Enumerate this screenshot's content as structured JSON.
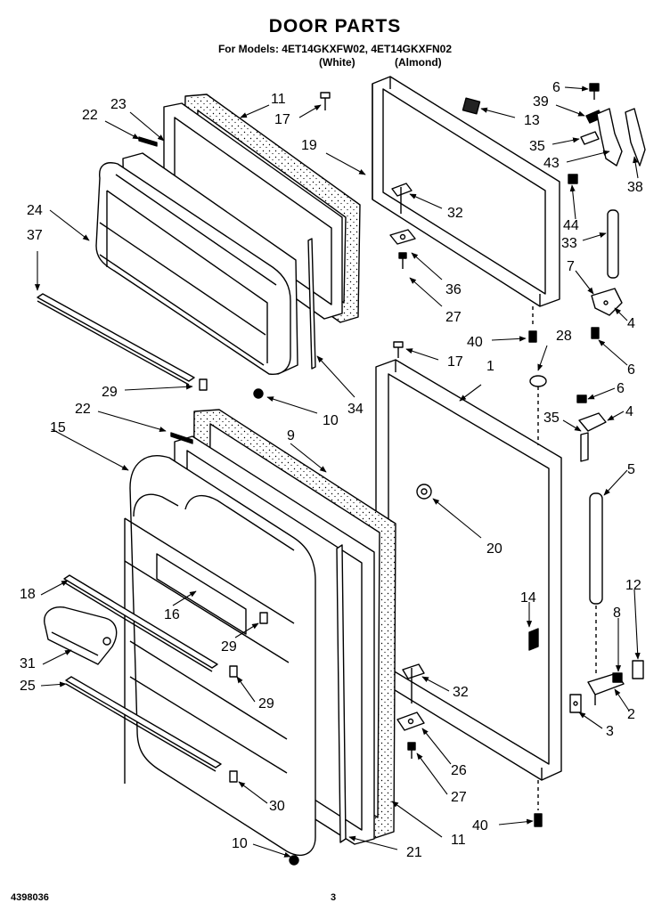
{
  "page": {
    "title": "DOOR PARTS",
    "models_line": "For Models: 4ET14GKXFW02, 4ET14GKXFN02",
    "color_white": "(White)",
    "color_almond": "(Almond)",
    "doc_number": "4398036",
    "page_number": "3"
  },
  "callouts": [
    {
      "id": "c1",
      "text": "1"
    },
    {
      "id": "c2",
      "text": "2"
    },
    {
      "id": "c3",
      "text": "3"
    },
    {
      "id": "c4a",
      "text": "4"
    },
    {
      "id": "c4b",
      "text": "4"
    },
    {
      "id": "c5",
      "text": "5"
    },
    {
      "id": "c6a",
      "text": "6"
    },
    {
      "id": "c6b",
      "text": "6"
    },
    {
      "id": "c6c",
      "text": "6"
    },
    {
      "id": "c7",
      "text": "7"
    },
    {
      "id": "c8",
      "text": "8"
    },
    {
      "id": "c9",
      "text": "9"
    },
    {
      "id": "c10a",
      "text": "10"
    },
    {
      "id": "c10b",
      "text": "10"
    },
    {
      "id": "c11a",
      "text": "11"
    },
    {
      "id": "c11b",
      "text": "11"
    },
    {
      "id": "c12",
      "text": "12"
    },
    {
      "id": "c13",
      "text": "13"
    },
    {
      "id": "c14",
      "text": "14"
    },
    {
      "id": "c15",
      "text": "15"
    },
    {
      "id": "c16",
      "text": "16"
    },
    {
      "id": "c17a",
      "text": "17"
    },
    {
      "id": "c17b",
      "text": "17"
    },
    {
      "id": "c18",
      "text": "18"
    },
    {
      "id": "c19",
      "text": "19"
    },
    {
      "id": "c20",
      "text": "20"
    },
    {
      "id": "c21",
      "text": "21"
    },
    {
      "id": "c22a",
      "text": "22"
    },
    {
      "id": "c22b",
      "text": "22"
    },
    {
      "id": "c23",
      "text": "23"
    },
    {
      "id": "c24",
      "text": "24"
    },
    {
      "id": "c25",
      "text": "25"
    },
    {
      "id": "c26",
      "text": "26"
    },
    {
      "id": "c27a",
      "text": "27"
    },
    {
      "id": "c27b",
      "text": "27"
    },
    {
      "id": "c28",
      "text": "28"
    },
    {
      "id": "c29a",
      "text": "29"
    },
    {
      "id": "c29b",
      "text": "29"
    },
    {
      "id": "c29c",
      "text": "29"
    },
    {
      "id": "c30",
      "text": "30"
    },
    {
      "id": "c31",
      "text": "31"
    },
    {
      "id": "c32a",
      "text": "32"
    },
    {
      "id": "c32b",
      "text": "32"
    },
    {
      "id": "c33",
      "text": "33"
    },
    {
      "id": "c34",
      "text": "34"
    },
    {
      "id": "c35a",
      "text": "35"
    },
    {
      "id": "c35b",
      "text": "35"
    },
    {
      "id": "c36",
      "text": "36"
    },
    {
      "id": "c37",
      "text": "37"
    },
    {
      "id": "c38",
      "text": "38"
    },
    {
      "id": "c39",
      "text": "39"
    },
    {
      "id": "c40a",
      "text": "40"
    },
    {
      "id": "c40b",
      "text": "40"
    },
    {
      "id": "c43",
      "text": "43"
    },
    {
      "id": "c44",
      "text": "44"
    }
  ]
}
